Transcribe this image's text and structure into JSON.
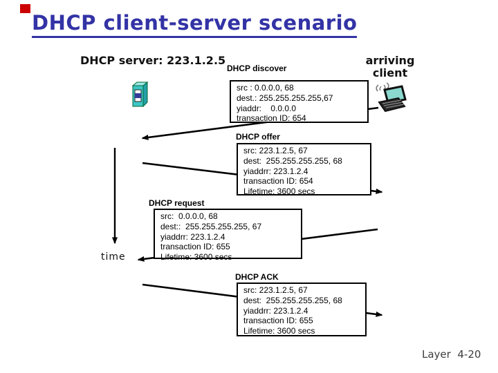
{
  "slide": {
    "title": "DHCP client-server scenario",
    "footer": "Layer  4-20"
  },
  "actors": {
    "server_label": "DHCP server: 223.1.2.5",
    "client_label_line1": "arriving",
    "client_label_line2": "client",
    "time_label": "time"
  },
  "messages": [
    {
      "name": "discover",
      "label": "DHCP discover",
      "direction": "client-to-server",
      "fields": [
        "src : 0.0.0.0, 68",
        "dest.: 255.255.255.255,67",
        "yiaddr:    0.0.0.0",
        "transaction ID: 654"
      ]
    },
    {
      "name": "offer",
      "label": "DHCP offer",
      "direction": "server-to-client",
      "fields": [
        "src: 223.1.2.5, 67",
        "dest:  255.255.255.255, 68",
        "yiaddrr: 223.1.2.4",
        "transaction ID: 654",
        "Lifetime: 3600 secs"
      ]
    },
    {
      "name": "request",
      "label": "DHCP request",
      "direction": "client-to-server",
      "fields": [
        "src:  0.0.0.0, 68",
        "dest::  255.255.255.255, 67",
        "yiaddrr: 223.1.2.4",
        "transaction ID: 655",
        "Lifetime: 3600 secs"
      ]
    },
    {
      "name": "ack",
      "label": "DHCP ACK",
      "direction": "server-to-client",
      "fields": [
        "src: 223.1.2.5, 67",
        "dest:  255.255.255.255, 68",
        "yiaddrr: 223.1.2.4",
        "transaction ID: 655",
        "Lifetime: 3600 secs"
      ]
    }
  ],
  "icons": {
    "server": "server-box-icon",
    "client": "laptop-icon",
    "time_axis": "down-arrow"
  },
  "colors": {
    "title_blue": "#3333A6",
    "marker_red": "#CC0000",
    "server_teal": "#3EC6C6",
    "laptop_screen_teal": "#8AD8CE",
    "text_black": "#000000",
    "footer_gray": "#3D3D3D"
  }
}
